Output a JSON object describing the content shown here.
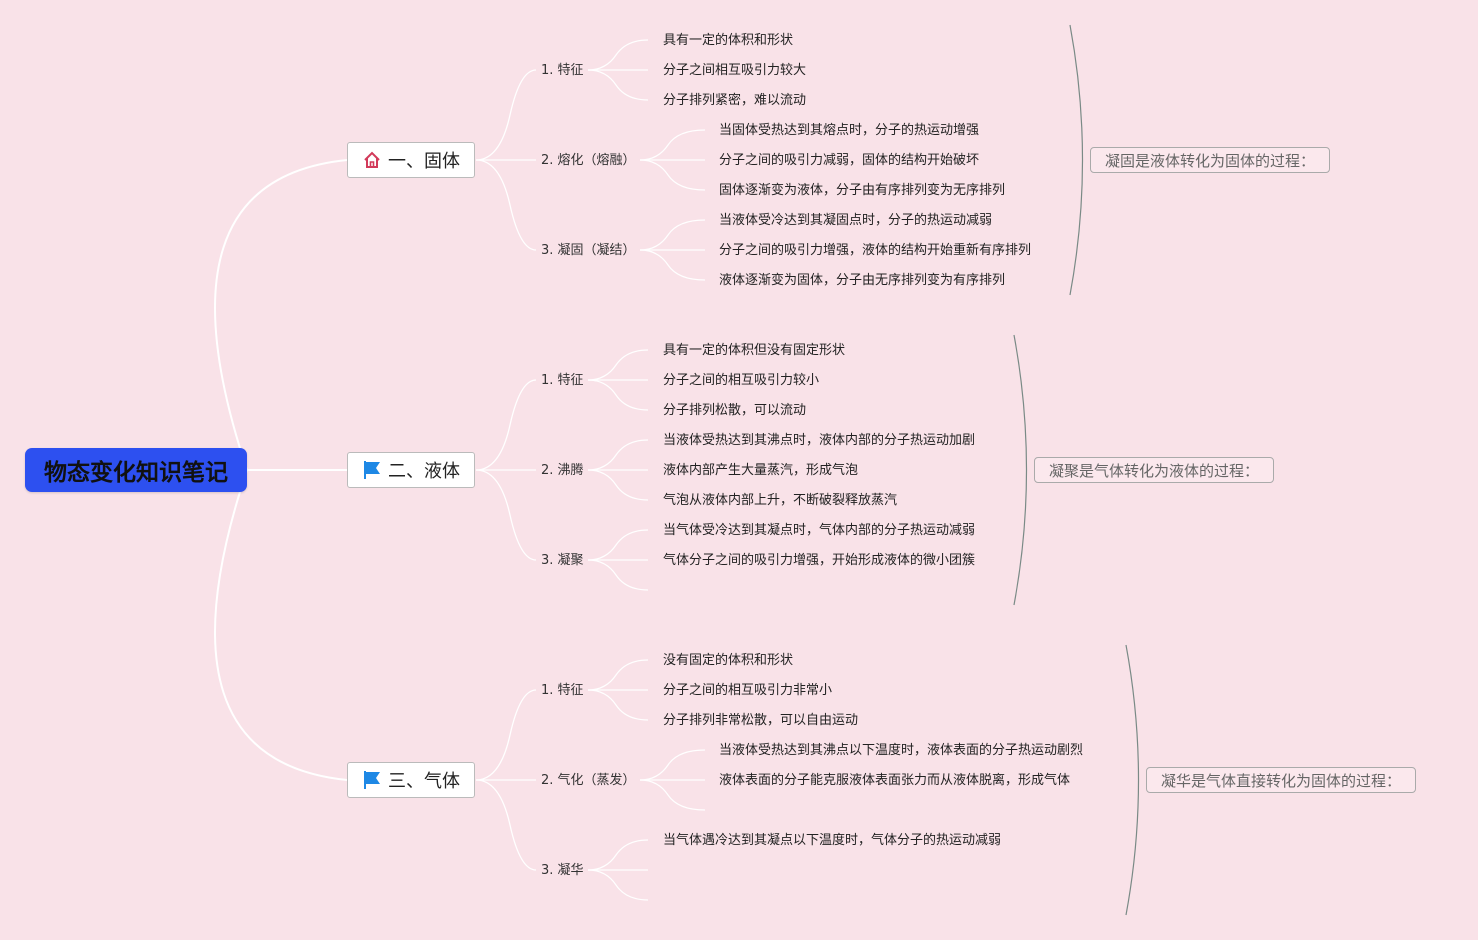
{
  "root": {
    "title": "物态变化知识笔记"
  },
  "colors": {
    "background": "#f9e2e8",
    "root_fill": "#2d50f0",
    "branch_line": "#ffffff",
    "bracket_line": "#7a8a86",
    "flag_icon": "#1e88e5",
    "home_icon": "#d23a5a"
  },
  "branches": [
    {
      "label": "一、固体",
      "icon": "home-icon",
      "subs": [
        {
          "label": "1. 特征",
          "items": [
            "具有一定的体积和形状",
            "分子之间相互吸引力较大",
            "分子排列紧密，难以流动"
          ]
        },
        {
          "label": "2. 熔化（熔融）",
          "items": [
            "当固体受热达到其熔点时，分子的热运动增强",
            "分子之间的吸引力减弱，固体的结构开始破坏",
            "固体逐渐变为液体，分子由有序排列变为无序排列"
          ]
        },
        {
          "label": "3. 凝固（凝结）",
          "items": [
            "当液体受冷达到其凝固点时，分子的热运动减弱",
            "分子之间的吸引力增强，液体的结构开始重新有序排列",
            "液体逐渐变为固体，分子由无序排列变为有序排列"
          ]
        }
      ],
      "summary": "凝固是液体转化为固体的过程："
    },
    {
      "label": "二、液体",
      "icon": "flag-icon",
      "subs": [
        {
          "label": "1. 特征",
          "items": [
            "具有一定的体积但没有固定形状",
            "分子之间的相互吸引力较小",
            "分子排列松散，可以流动"
          ]
        },
        {
          "label": "2. 沸腾",
          "items": [
            "当液体受热达到其沸点时，液体内部的分子热运动加剧",
            "液体内部产生大量蒸汽，形成气泡",
            "气泡从液体内部上升，不断破裂释放蒸汽"
          ]
        },
        {
          "label": "3. 凝聚",
          "items": [
            "当气体受冷达到其凝点时，气体内部的分子热运动减弱",
            "气体分子之间的吸引力增强，开始形成液体的微小团簇"
          ]
        }
      ],
      "summary": "凝聚是气体转化为液体的过程："
    },
    {
      "label": "三、气体",
      "icon": "flag-icon",
      "subs": [
        {
          "label": "1. 特征",
          "items": [
            "没有固定的体积和形状",
            "分子之间的相互吸引力非常小",
            "分子排列非常松散，可以自由运动"
          ]
        },
        {
          "label": "2. 气化（蒸发）",
          "items": [
            "当液体受热达到其沸点以下温度时，液体表面的分子热运动剧烈",
            "液体表面的分子能克服液体表面张力而从液体脱离，形成气体"
          ]
        },
        {
          "label": "3. 凝华",
          "items": [
            "当气体遇冷达到其凝点以下温度时，气体分子的热运动减弱"
          ]
        }
      ],
      "summary": "凝华是气体直接转化为固体的过程："
    }
  ]
}
